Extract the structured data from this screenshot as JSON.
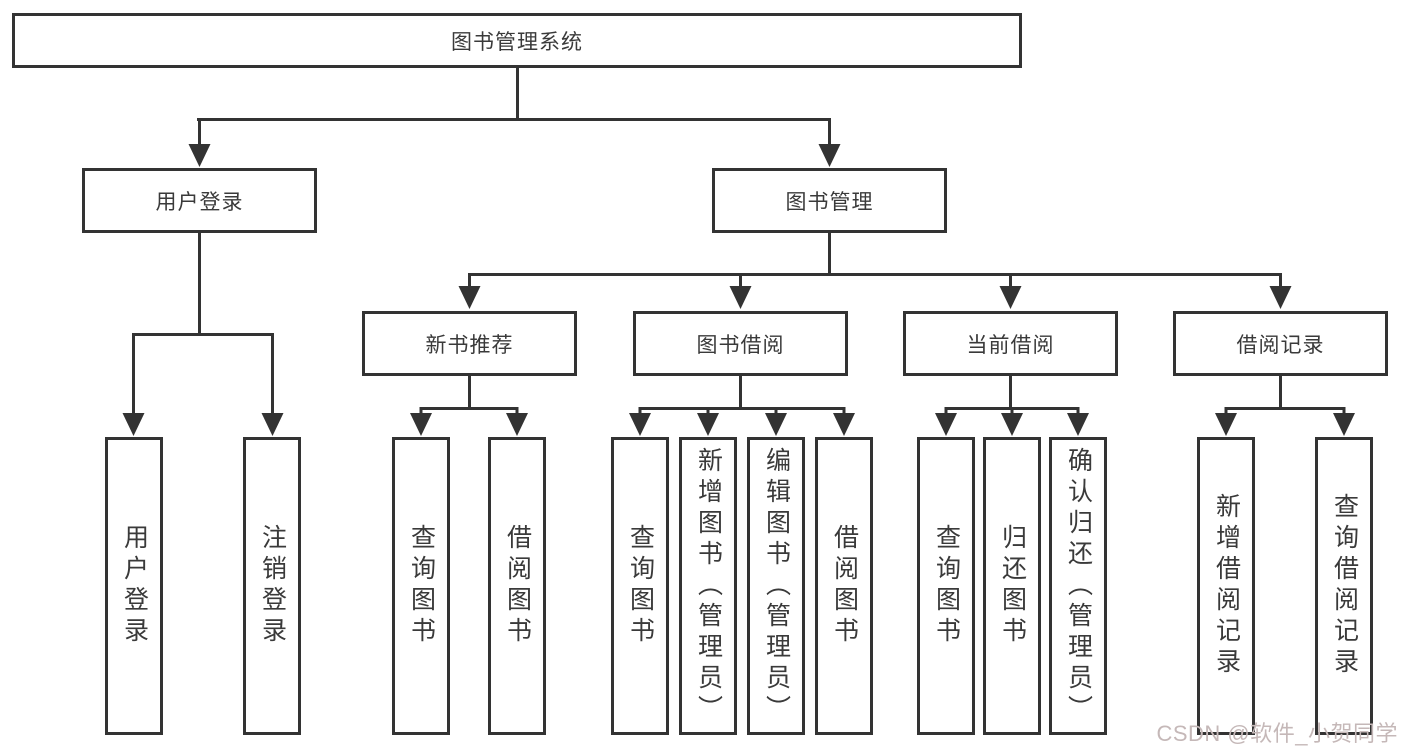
{
  "title": {
    "label": "图书管理系统"
  },
  "nodes": {
    "user_login": {
      "label": "用户登录"
    },
    "book_mgmt": {
      "label": "图书管理"
    },
    "new_books": {
      "label": "新书推荐"
    },
    "borrow": {
      "label": "图书借阅"
    },
    "current": {
      "label": "当前借阅"
    },
    "records": {
      "label": "借阅记录"
    }
  },
  "leaves": {
    "user_login": [
      "用户登录",
      "注销登录"
    ],
    "new_books": [
      "查询图书",
      "借阅图书"
    ],
    "borrow": [
      "查询图书",
      "新增图书（管理员）",
      "编辑图书（管理员）",
      "借阅图书"
    ],
    "current": [
      "查询图书",
      "归还图书",
      "确认归还（管理员）"
    ],
    "records": [
      "新增借阅记录",
      "查询借阅记录"
    ]
  },
  "watermark": {
    "text": "CSDN @软件_小贺同学"
  },
  "colors": {
    "line": "#333333",
    "text": "#3a3a3a",
    "watermark": "#c5b8b8",
    "background": "#ffffff"
  }
}
